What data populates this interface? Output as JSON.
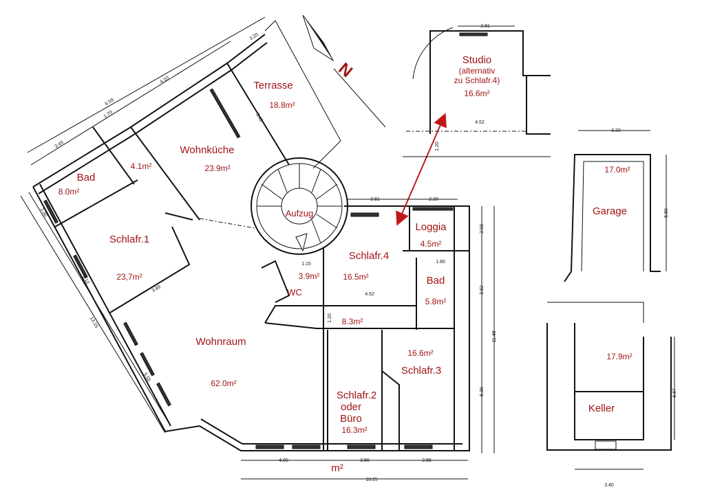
{
  "colors": {
    "label": "#a01414",
    "arrow": "#c01818",
    "line": "#111111"
  },
  "north": {
    "label": "N"
  },
  "rooms": {
    "terrasse": {
      "name": "Terrasse",
      "area": "18.8m²"
    },
    "wohnkueche": {
      "name": "Wohnküche",
      "area": "23.9m²"
    },
    "bad1": {
      "name": "Bad",
      "area": "8.0m²"
    },
    "abstell": {
      "area": "4.1m²"
    },
    "schlafr1": {
      "name": "Schlafr.1",
      "area": "23,7m²"
    },
    "aufzug": {
      "name": "Aufzug"
    },
    "schlafr4": {
      "name": "Schlafr.4",
      "area": "16.5m²"
    },
    "wc": {
      "name": "WC",
      "area": "3.9m²"
    },
    "loggia": {
      "name": "Loggia",
      "area": "4.5m²"
    },
    "bad2": {
      "name": "Bad",
      "area": "5.8m²"
    },
    "flur": {
      "area": "8.3m²"
    },
    "schlafr3": {
      "name": "Schlafr.3",
      "area": "16.6m²"
    },
    "wohnraum": {
      "name": "Wohnraum",
      "area": "62.0m²"
    },
    "schlafr2": {
      "line1": "Schlafr.2",
      "line2": "oder",
      "line3": "Büro",
      "area": "16.3m²"
    },
    "bottom_m2": "m²",
    "studio": {
      "name": "Studio",
      "line2": "(alternativ",
      "line3": "zu Schlafr.4)",
      "area": "16.6m²"
    },
    "garage": {
      "name": "Garage",
      "area": "17.0m²"
    },
    "keller": {
      "name": "Keller",
      "area": "17.9m²"
    }
  },
  "dimensions": {
    "top": [
      "3.20",
      "4.10",
      "9.59",
      "1.70",
      "3.45"
    ],
    "terrace_depth": "5.43",
    "left": [
      "2.30",
      "5.10",
      "13.15",
      "5.55"
    ],
    "schlafr1_width": "3.89",
    "center": {
      "schlafr4_top": "2.81",
      "loggia_top": "2.20",
      "wc": "1.15",
      "schlafr4_width": "4.52",
      "flur": "1.20",
      "bad_width": "1.80"
    },
    "right": [
      "2.03",
      "3.52",
      "11.48",
      "5.39"
    ],
    "bottom": [
      "4.00",
      "3.50",
      "2.55",
      "10.25"
    ],
    "studio": [
      "2.81",
      "4.52",
      "1.20"
    ],
    "garage": [
      "3.20",
      "5.50"
    ],
    "keller": [
      "4.87",
      "3.40"
    ]
  }
}
